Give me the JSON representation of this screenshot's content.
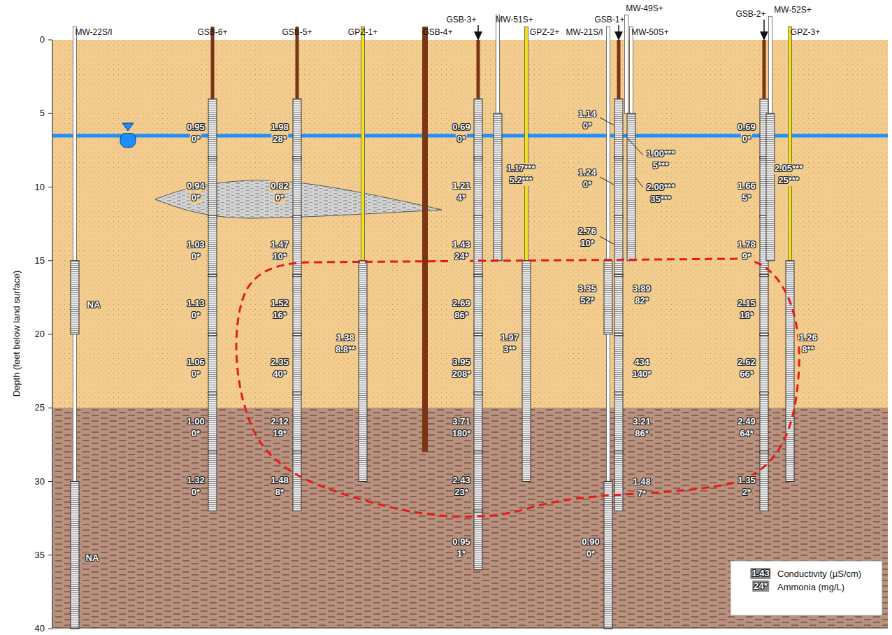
{
  "diagram": {
    "labels": [
      "0",
      "5",
      "10",
      "15",
      "20",
      "25",
      "30",
      "35",
      "40",
      "Depth (feet below land surface)",
      "MW-22S/I",
      "GSB-6+",
      "GSB-5+",
      "GPZ-1+",
      "GSB-4+",
      "GSB-3+",
      "MW-51S+",
      "GPZ-2+",
      "MW-21S/I",
      "GSB-1+",
      "MW-49S+",
      "MW-50S+",
      "GSB-2+",
      "MW-52S+",
      "GPZ-3+",
      "0.95",
      "0*",
      "0.94",
      "0*",
      "1.03",
      "0*",
      "1.13",
      "0*",
      "1.06",
      "0*",
      "1.00",
      "0*",
      "1.32",
      "0*",
      "1.98",
      "28*",
      "0.82",
      "0*",
      "1.47",
      "10*",
      "1.52",
      "16*",
      "2.35",
      "40*",
      "2.12",
      "19*",
      "1.48",
      "8*",
      "1.38",
      "8.8**",
      "0.69",
      "0*",
      "1.21",
      "4*",
      "1.43",
      "24*",
      "2.69",
      "86*",
      "3.95",
      "208*",
      "3.71",
      "180*",
      "2.43",
      "23*",
      "0.95",
      "1*",
      "1.17***",
      "5.2***",
      "1.97",
      "3**",
      "1.14",
      "0*",
      "1.24",
      "0*",
      "2.76",
      "10*",
      "3.35",
      "52*",
      "0.90",
      "0*",
      "1.00***",
      "5***",
      "2.00***",
      "35***",
      "3.89",
      "82*",
      "434",
      "140*",
      "3.21",
      "86*",
      "1.48",
      "7*",
      "0.69",
      "0*",
      "1.66",
      "5*",
      "1.78",
      "9*",
      "2.15",
      "18*",
      "2.62",
      "66*",
      "2.49",
      "64*",
      "1.35",
      "2*",
      "2.05***",
      "25***",
      "1.26",
      "8**",
      "NA",
      "NA",
      "1.43",
      "24*"
    ],
    "legend": [
      {
        "text": "Conductivity (µS/cm)"
      },
      {
        "text": "Ammonia (mg/L)"
      }
    ]
  }
}
